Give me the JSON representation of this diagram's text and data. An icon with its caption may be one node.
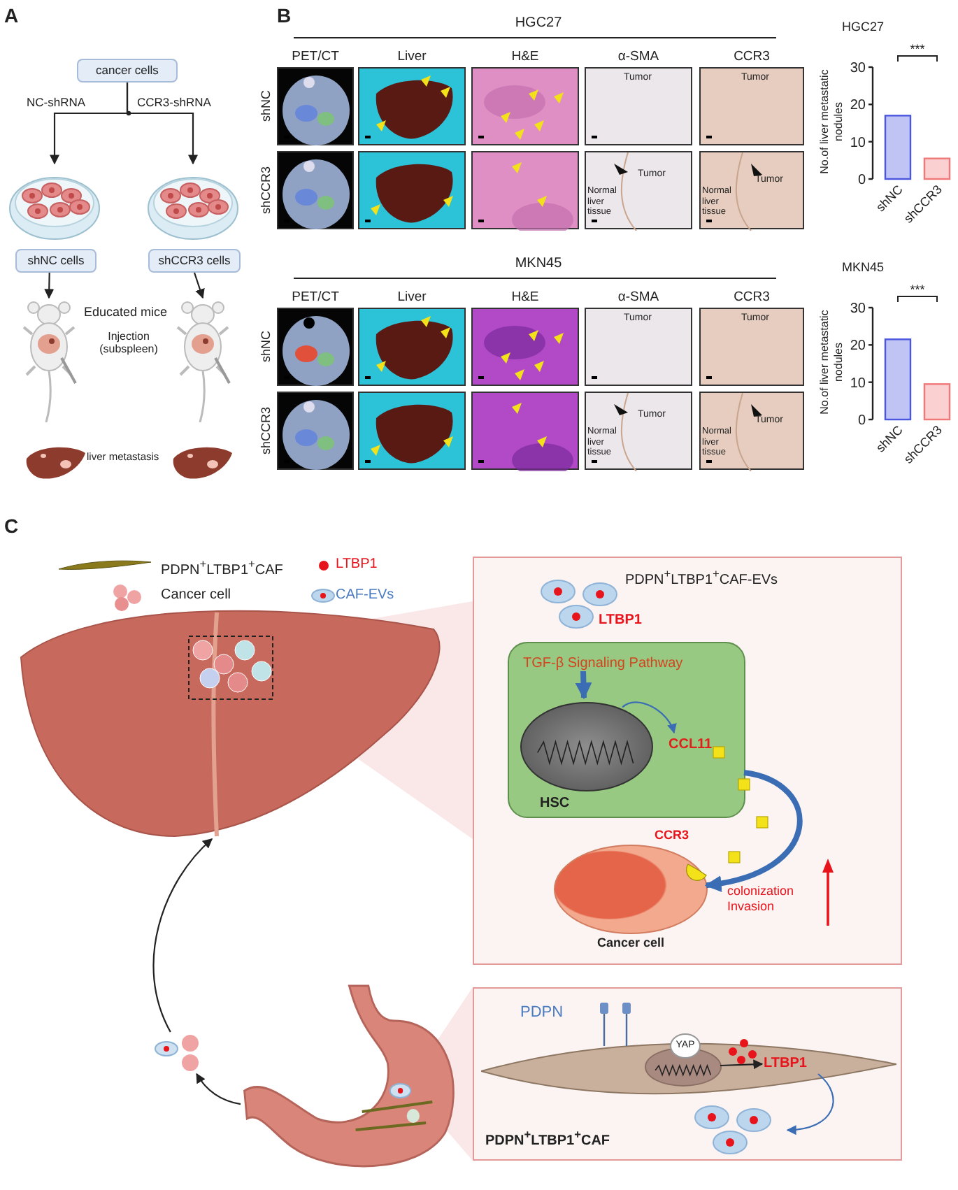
{
  "diagram": {
    "nodes": [
      {
        "text": [
          "cancer cells"
        ]
      },
      {
        "text": [],
        "shape": "picture"
      },
      {
        "text": [],
        "shape": "picture"
      },
      {
        "text": [
          "shNC cells"
        ]
      },
      {
        "text": [
          "shCCR3 cells"
        ]
      },
      {
        "text": [],
        "shape": "picture"
      },
      {
        "text": [],
        "shape": "picture"
      },
      {
        "text": [],
        "shape": "picture"
      },
      {
        "text": [],
        "shape": "picture"
      },
      {
        "text": [],
        "shape": "picture"
      },
      {
        "text": [],
        "shape": "picture"
      },
      {
        "text": [],
        "shape": "picture"
      },
      {
        "text": [
          "PDPN$^{+}$LTBP1$^{+}$CAF-EVs"
        ]
      },
      {
        "text": [],
        "shape": "picture",
        "in": 12
      },
      {
        "text": [
          "HSC"
        ],
        "in": 12
      },
      {
        "text": [
          "TGF-β Signaling Pathway"
        ],
        "in": 14
      },
      {
        "text": [],
        "shape": "ellipse",
        "in": 14
      },
      {
        "text": [
          "CCL11"
        ],
        "in": 14
      },
      {
        "text": [
          "Cancer cell"
        ],
        "in": 12
      },
      {
        "text": [
          "PDPN$^{+}$LTBP1$^{+}$CAF"
        ]
      },
      {
        "text": [],
        "shape": "picture",
        "in": 19
      },
      {
        "text": [],
        "shape": "ellipse",
        "in": 20
      },
      {
        "text": [
          "YAP"
        ],
        "in": 20
      },
      {
        "text": [
          "LTBP1"
        ],
        "in": 20
      },
      {
        "text": [],
        "shape": "picture",
        "in": 19
      }
    ],
    "edges": [
      {
        "from": 0,
        "to": 1,
        "arrow": "to",
        "label": "NC-shRNA"
      },
      {
        "from": 0,
        "to": 2,
        "arrow": "to",
        "label": "CCR3-shRNA"
      },
      {
        "from": 3,
        "to": 5,
        "arrow": "to"
      },
      {
        "from": 4,
        "to": 6,
        "arrow": "to"
      },
      {
        "from": 10,
        "to": 11,
        "arrow": "to"
      },
      {
        "from": 11,
        "to": 9,
        "arrow": "to"
      },
      {
        "from": 15,
        "to": 16,
        "arrow": "to",
        "style": "thick",
        "color": "#3b6db5"
      },
      {
        "from": 16,
        "to": 17,
        "arrow": "to",
        "color": "#3b6db5"
      },
      {
        "from": 14,
        "to": 18,
        "arrow": "to",
        "style": "thick",
        "color": "#3b6db5"
      },
      {
        "from": 21,
        "to": 23,
        "arrow": "to"
      },
      {
        "from": 23,
        "to": 24,
        "arrow": "to",
        "color": "#3b6db5"
      }
    ],
    "labels": [
      "A",
      "B",
      "HGC27",
      "PET/CT",
      "Liver",
      "H&E",
      "α-SMA",
      "CCR3",
      "shNC",
      "Tumor",
      "Tumor",
      "shCCR3",
      "Tumor",
      "Tumor",
      "Normal liver tissue",
      "Normal liver tissue",
      "Educated mice",
      "Injection (subspleen)",
      "liver metastasis",
      "MKN45",
      "PET/CT",
      "Liver",
      "H&E",
      "α-SMA",
      "CCR3",
      "shNC",
      "Tumor",
      "Tumor",
      "shCCR3",
      "Tumor",
      "Tumor",
      "Normal liver tissue",
      "Normal liver tissue",
      "C",
      "LTBP1",
      "CCR3",
      "colonization Invasion",
      "PDPN"
    ],
    "legend": [
      {
        "text": "PDPN$^{+}$LTBP1$^{+}$CAF"
      },
      {
        "text": "LTBP1",
        "color": "#e8141c"
      },
      {
        "text": "Cancer cell"
      },
      {
        "text": "CAF-EVs"
      }
    ],
    "chart_data": [
      {
        "type": "bar",
        "title": "HGC27",
        "ylabel": "No.of liver metastatic nodules",
        "categories": [
          "shNC",
          "shCCR3"
        ],
        "stacked": true,
        "ylim": [
          0,
          30
        ],
        "yticks": [
          0,
          10,
          20,
          30
        ],
        "annotations": [
          "***"
        ],
        "series": [
          {
            "color": "#4a55e0",
            "values": [
              17,
              null
            ]
          },
          {
            "color": "#f07878",
            "values": [
              null,
              5.5
            ]
          }
        ]
      },
      {
        "type": "bar",
        "title": "MKN45",
        "ylabel": "No.of liver metastatic nodules",
        "categories": [
          "shNC",
          "shCCR3"
        ],
        "stacked": true,
        "ylim": [
          0,
          30
        ],
        "yticks": [
          0,
          10,
          20,
          30
        ],
        "annotations": [
          "***"
        ],
        "series": [
          {
            "color": "#4a55e0",
            "values": [
              21.5,
              null
            ]
          },
          {
            "color": "#f07878",
            "values": [
              null,
              9.5
            ]
          }
        ]
      }
    ]
  }
}
